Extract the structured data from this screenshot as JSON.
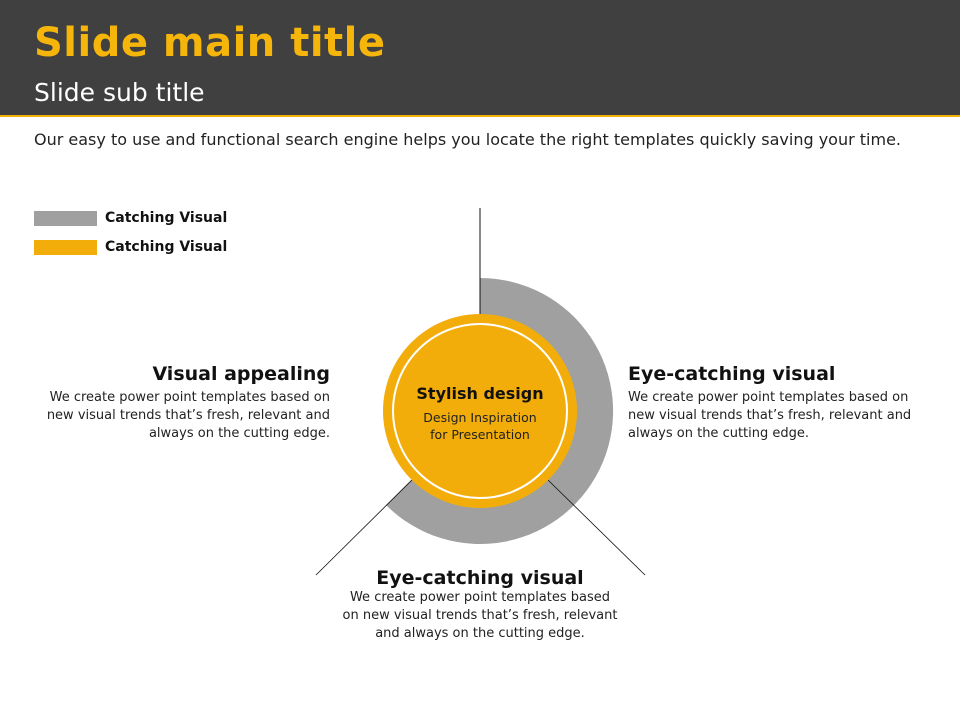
{
  "header": {
    "title": "Slide main title",
    "subtitle": "Slide sub title"
  },
  "intro": "Our easy to use and functional search engine  helps you locate the right templates quickly saving your time.",
  "legend": [
    {
      "label": "Catching Visual",
      "color": "#a0a0a0"
    },
    {
      "label": "Catching Visual",
      "color": "#f2ad0a"
    }
  ],
  "center": {
    "title": "Stylish design",
    "line1": "Design Inspiration",
    "line2": "for Presentation"
  },
  "blocks": {
    "left": {
      "title": "Visual appealing",
      "text": "We create power point templates based on new visual trends that’s fresh, relevant and always on the cutting edge."
    },
    "right": {
      "title": "Eye-catching visual",
      "text": "We create power point templates based on new visual trends that’s fresh, relevant and always on the cutting edge."
    },
    "bottom": {
      "title": "Eye-catching visual",
      "text": "We create power point templates based on new visual trends that’s fresh, relevant and always on the cutting edge."
    }
  }
}
